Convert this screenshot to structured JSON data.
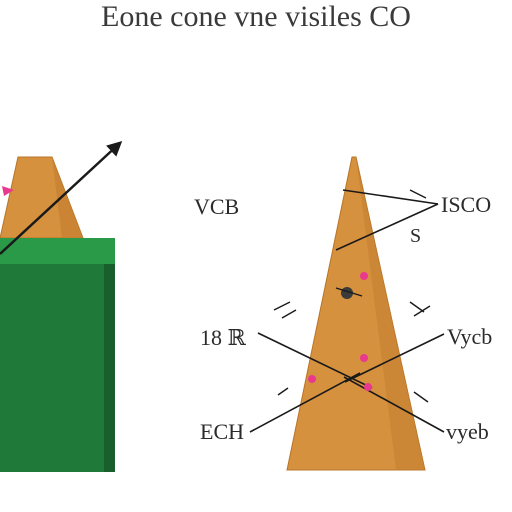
{
  "title": "Eone cone vne visiles CO",
  "labels": {
    "left_top": "VCB",
    "left_mid": "18 ℝ",
    "left_bottom": "ECH",
    "right_top": "ISCO",
    "right_top_sub": "S",
    "right_mid": "Vycb",
    "right_bottom": "vyeb"
  },
  "colors": {
    "cone": "#d6913e",
    "cone_edge": "#b87428",
    "block": "#1f7a3a",
    "block_top": "#2a9a48",
    "line": "#1a1a1a",
    "dot": "#e8398f"
  }
}
